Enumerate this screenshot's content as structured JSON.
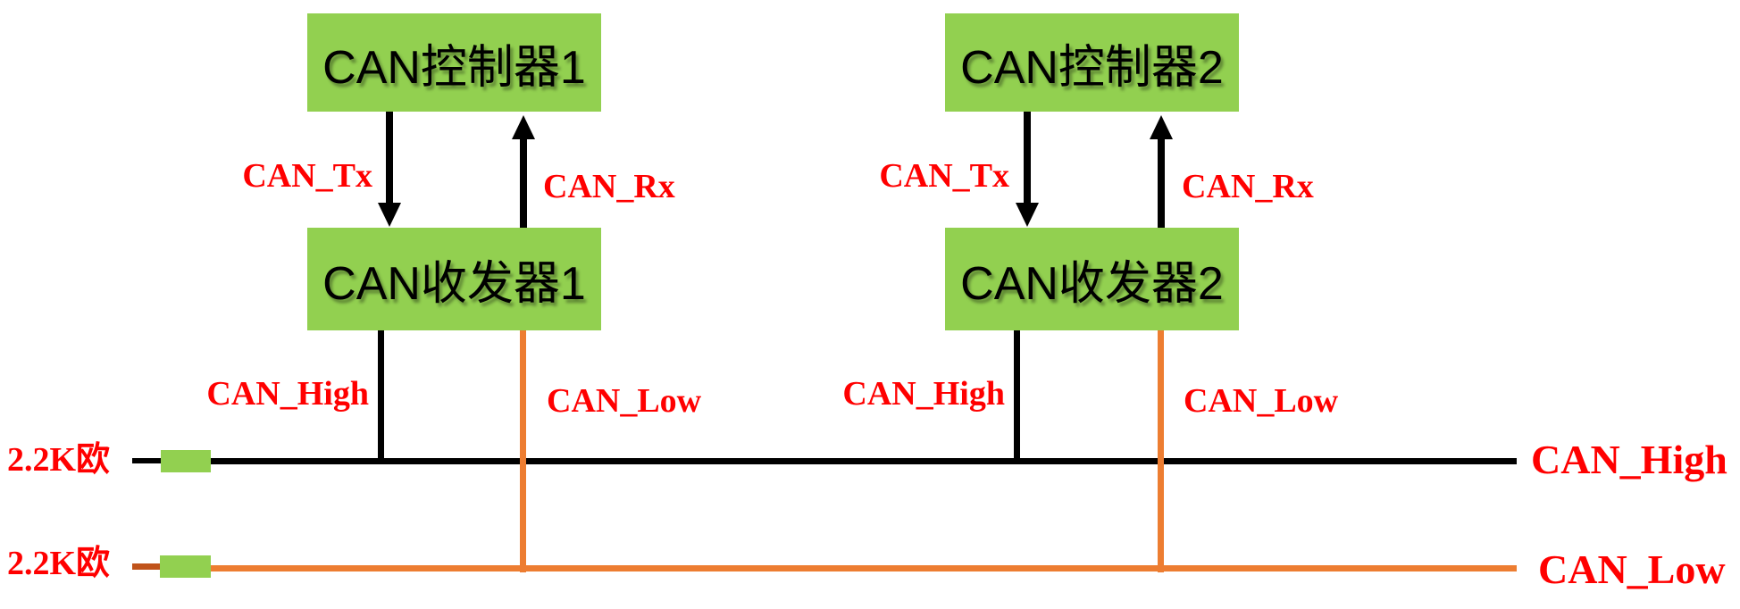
{
  "colors": {
    "box_green": "#92D050",
    "bus_orange": "#ED7D31",
    "stub_orange_dark": "#C0531A",
    "label_red": "#FF0000",
    "wire_black": "#000000"
  },
  "nodes": [
    {
      "controller_label": "CAN控制器1",
      "transceiver_label": "CAN收发器1",
      "tx_label": "CAN_Tx",
      "rx_label": "CAN_Rx",
      "high_label": "CAN_High",
      "low_label": "CAN_Low"
    },
    {
      "controller_label": "CAN控制器2",
      "transceiver_label": "CAN收发器2",
      "tx_label": "CAN_Tx",
      "rx_label": "CAN_Rx",
      "high_label": "CAN_High",
      "low_label": "CAN_Low"
    }
  ],
  "bus": {
    "high_terminator_label": "2.2K欧",
    "low_terminator_label": "2.2K欧",
    "high_bus_label": "CAN_High",
    "low_bus_label": "CAN_Low"
  }
}
